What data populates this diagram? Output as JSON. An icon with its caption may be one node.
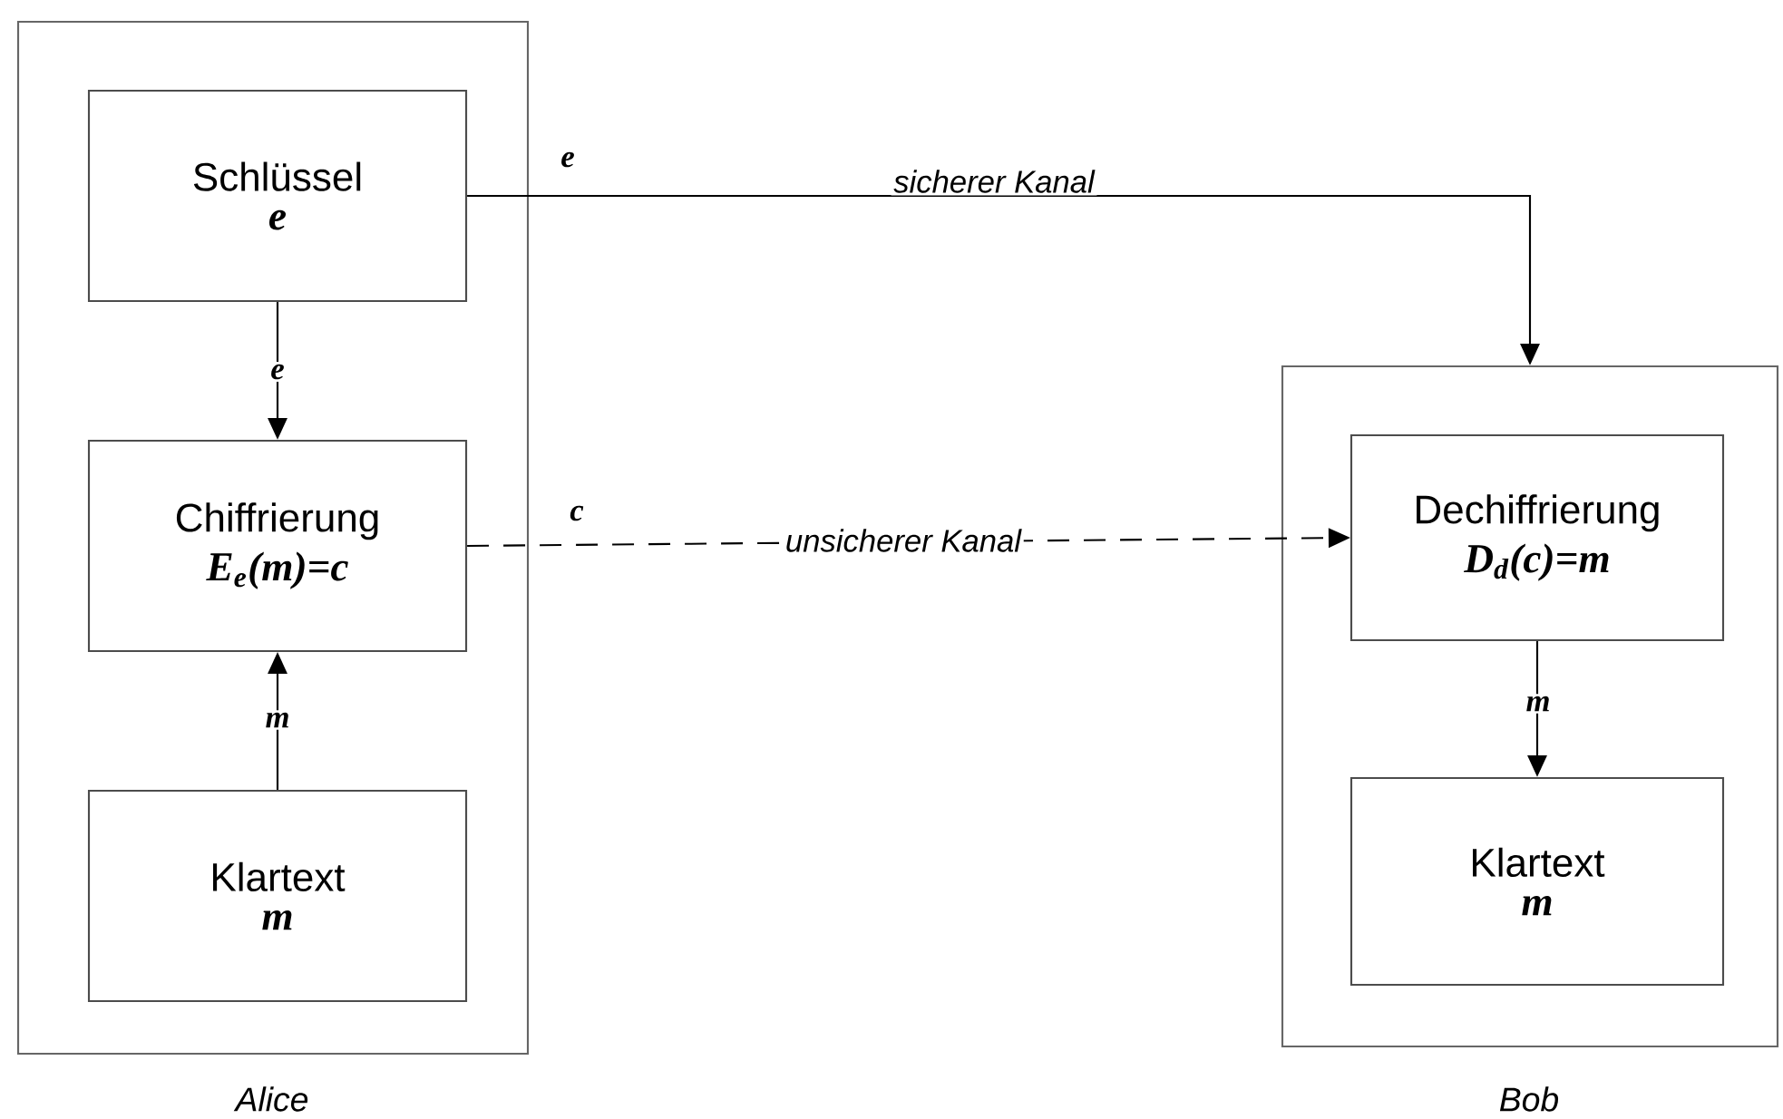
{
  "diagram": {
    "nodes": [
      {
        "text": [
          "Alice"
        ]
      },
      {
        "text": [
          "Schlüssel",
          "e"
        ],
        "in": 0
      },
      {
        "text": [
          "Chiffrierung",
          "E$_{e}$(m)=c"
        ],
        "in": 0
      },
      {
        "text": [
          "Klartext",
          "m"
        ],
        "in": 0
      },
      {
        "text": [
          "Bob"
        ]
      },
      {
        "text": [
          "Dechiffrierung",
          "D$_{d}$(c)=m"
        ],
        "in": 4
      },
      {
        "text": [
          "Klartext",
          "m"
        ],
        "in": 4
      }
    ],
    "edges": [
      {
        "from": 1,
        "to": 4,
        "arrow": "to",
        "label": "sicherer Kanal"
      },
      {
        "from": 1,
        "to": 2,
        "arrow": "to",
        "label": "e"
      },
      {
        "from": 3,
        "to": 2,
        "arrow": "to",
        "label": "m"
      },
      {
        "from": 2,
        "to": 5,
        "arrow": "to",
        "label": "unsicherer Kanal",
        "style": "dashed"
      },
      {
        "from": 5,
        "to": 6,
        "arrow": "to",
        "label": "m"
      }
    ],
    "labels": [
      "e",
      "c"
    ]
  }
}
